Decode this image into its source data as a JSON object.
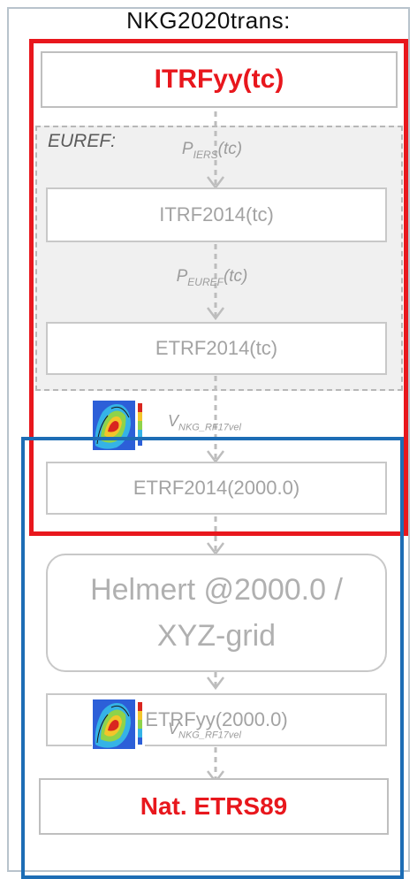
{
  "title": "NKG2020trans:",
  "euref_label": "EUREF:",
  "boxes": {
    "itrfyy": "ITRFyy(tc)",
    "itrf2014": "ITRF2014(tc)",
    "etrf2014tc": "ETRF2014(tc)",
    "etrf2014_2000": "ETRF2014(2000.0)",
    "helmert_line1": "Helmert @2000.0 /",
    "helmert_line2": "XYZ-grid",
    "etrfyy_2000": "ETRFyy(2000.0)",
    "nat_etrs89": "Nat. ETRS89"
  },
  "operations": {
    "p_iers": {
      "main": "P",
      "sub": "IERS",
      "tail": "(tc)"
    },
    "p_euref": {
      "main": "P",
      "sub": "EUREF",
      "tail": "(tc)"
    },
    "v_nkg_1": {
      "main": "V",
      "sub": "NKG_RF17vel"
    },
    "v_nkg_2": {
      "main": "V",
      "sub": "NKG_RF17vel"
    }
  },
  "colors": {
    "red_frame": "#e8171d",
    "blue_frame": "#1d6db5",
    "euref_fill": "#f0f0f0",
    "arrow": "#bdbdbd"
  },
  "icons": [
    "velocity-map-icon",
    "velocity-map-icon"
  ]
}
